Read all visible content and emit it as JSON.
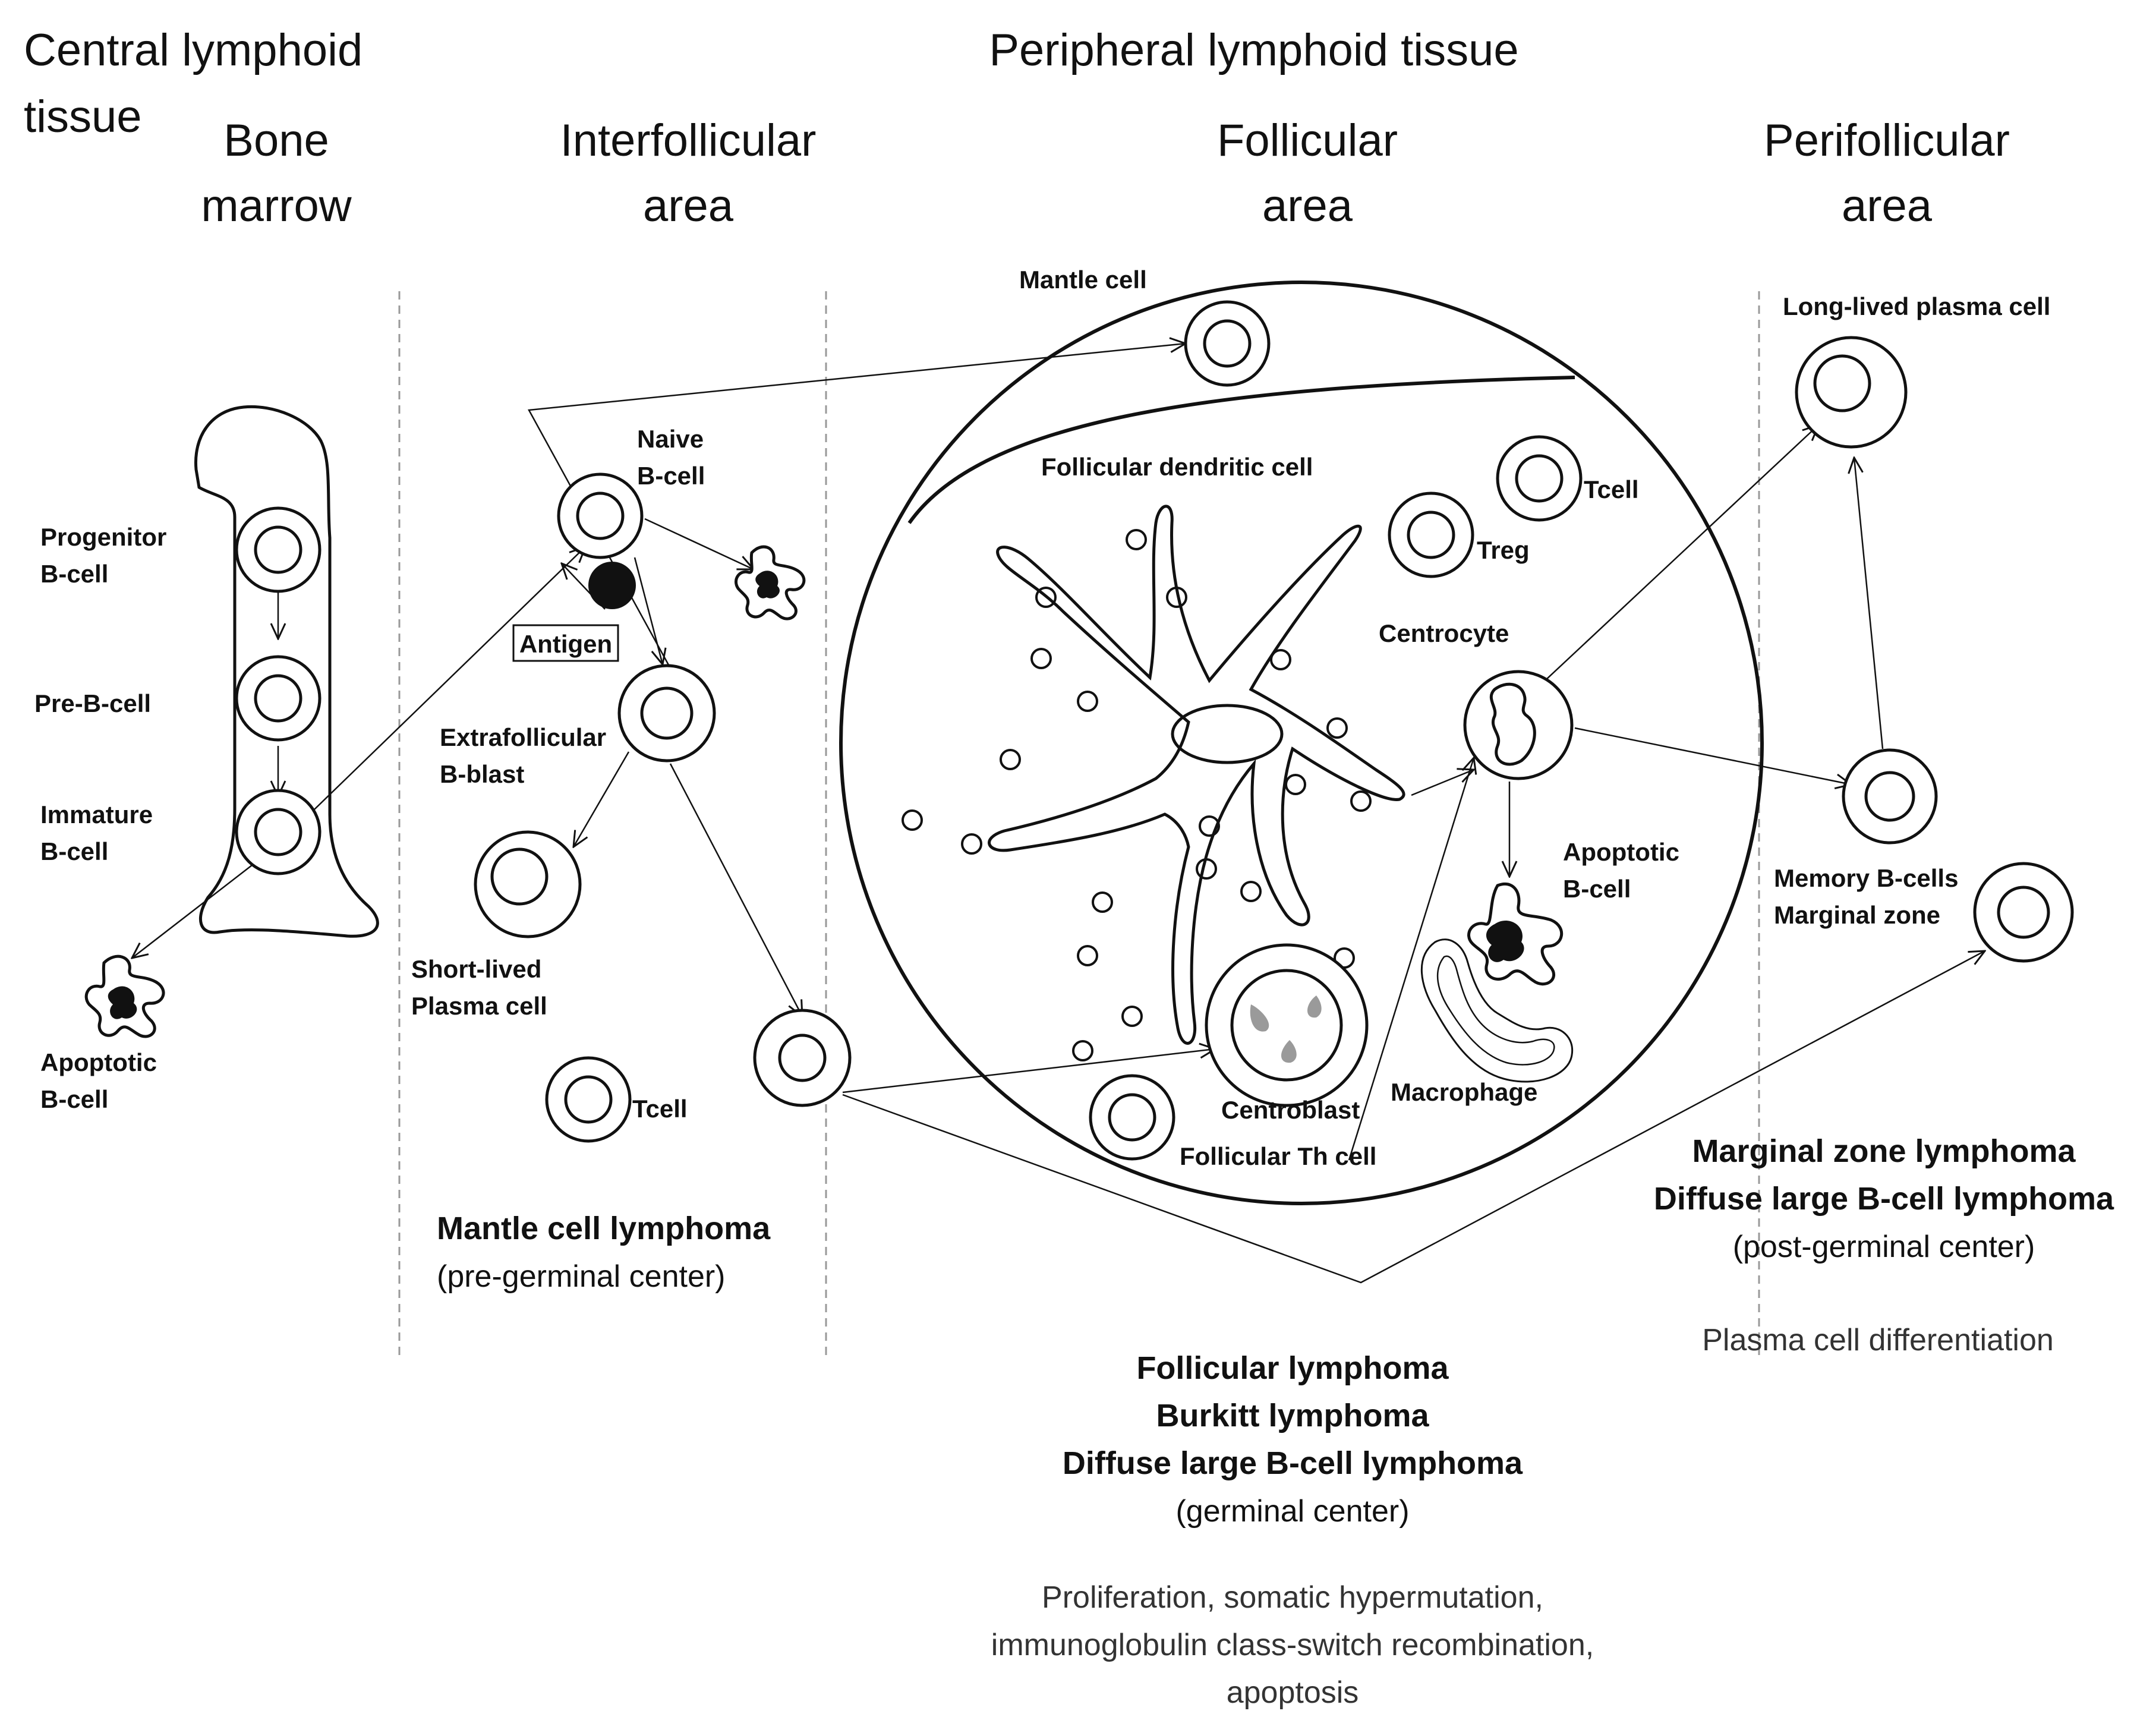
{
  "headers": {
    "central": [
      "Central lymphoid",
      "tissue"
    ],
    "peripheral": "Peripheral lymphoid tissue",
    "bone_marrow": [
      "Bone",
      "marrow"
    ],
    "interfollicular": [
      "Interfollicular",
      "area"
    ],
    "follicular": [
      "Follicular",
      "area"
    ],
    "perifollicular": [
      "Perifollicular",
      "area"
    ]
  },
  "cells": {
    "progenitor": [
      "Progenitor",
      "B-cell"
    ],
    "pre_b": "Pre-B-cell",
    "immature": [
      "Immature",
      "B-cell"
    ],
    "apoptotic_left": [
      "Apoptotic",
      "B-cell"
    ],
    "naive": [
      "Naive",
      "B-cell"
    ],
    "antigen": "Antigen",
    "extrafollicular": [
      "Extrafollicular",
      "B-blast"
    ],
    "short_lived": [
      "Short-lived",
      "Plasma cell"
    ],
    "tcell_left": "Tcell",
    "mantle": "Mantle cell",
    "fdc": "Follicular dendritic cell",
    "tcell_right": "Tcell",
    "treg": "Treg",
    "centrocyte": "Centrocyte",
    "apoptotic_right": [
      "Apoptotic",
      "B-cell"
    ],
    "macrophage": "Macrophage",
    "centroblast": "Centroblast",
    "follicular_th": "Follicular Th cell",
    "long_lived": "Long-lived plasma cell",
    "memory": [
      "Memory B-cells",
      "Marginal zone"
    ]
  },
  "diseases": {
    "mantle": {
      "name": "Mantle cell lymphoma",
      "stage": "(pre-germinal center)"
    },
    "post": {
      "names": [
        "Marginal zone lymphoma",
        "Diffuse large B-cell lymphoma"
      ],
      "stage": "(post-germinal center)",
      "process": "Plasma cell differentiation"
    },
    "germinal": {
      "names": [
        "Follicular lymphoma",
        "Burkitt lymphoma",
        "Diffuse large B-cell lymphoma"
      ],
      "stage": "(germinal center)",
      "process": [
        "Proliferation, somatic hypermutation,",
        "immunoglobulin class-switch recombination,",
        "apoptosis"
      ]
    }
  },
  "colors": {
    "line": "#111111",
    "divider": "#999999",
    "centroblast_nuclei": "#9a9a9a"
  }
}
